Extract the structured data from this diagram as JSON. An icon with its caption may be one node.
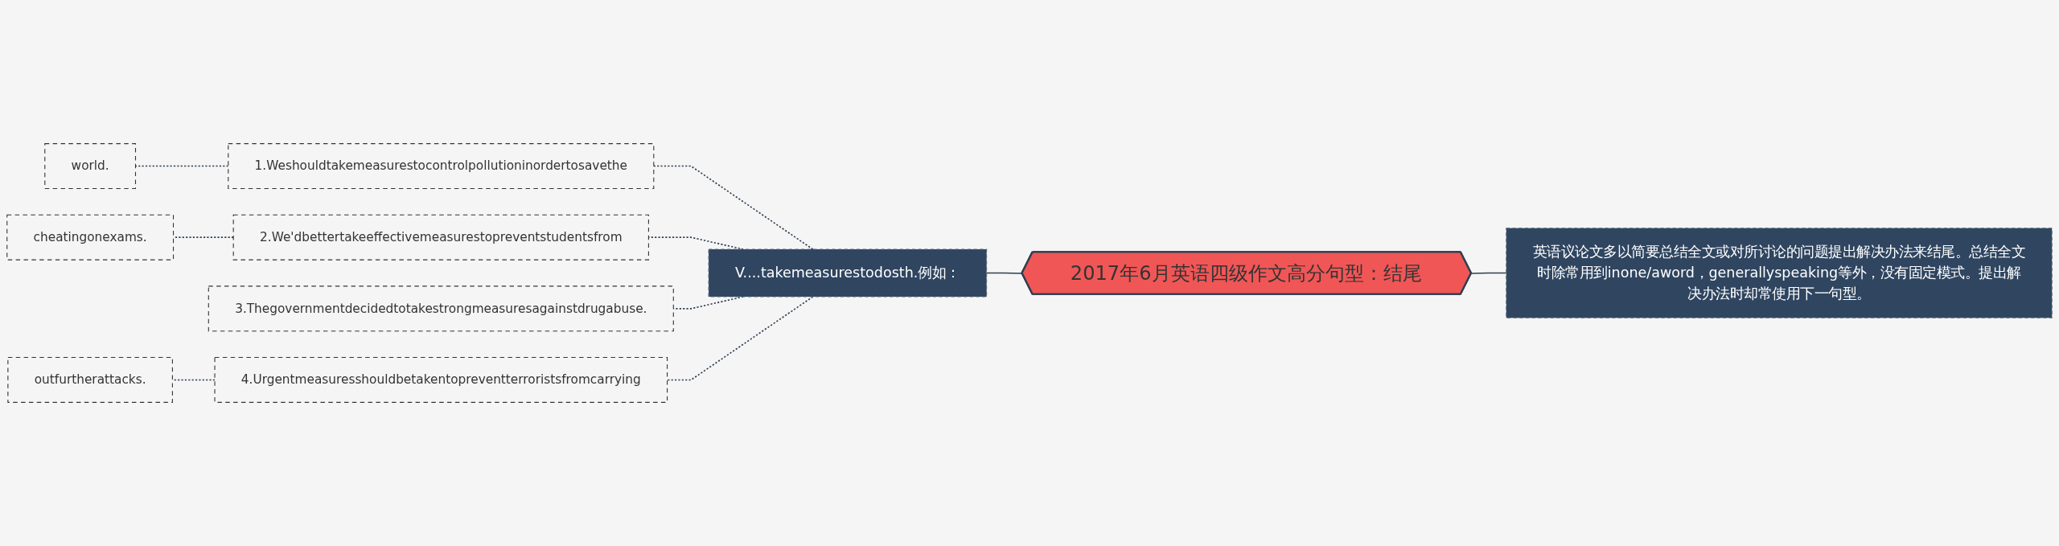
{
  "diagram": {
    "nodes": [
      {
        "text": [
          "2017年6月英语四级作文高分句型：结尾"
        ]
      },
      {
        "text": [
          "英语议论文多以简要总结全文或对所讨论的问题提出解决办法来结尾。总结全文时除常用到inone/aword，generallyspeaking等外，没有固定模式。提出解决办法时却常使用下一句型。"
        ]
      },
      {
        "text": [
          "V....takemeasurestodosth.例如："
        ]
      },
      {
        "text": [
          "1.Weshouldtakemeasurestocontrolpollutioninordertosavethe"
        ]
      },
      {
        "text": [
          "world."
        ]
      },
      {
        "text": [
          "2.We'dbettertakeeffectivemeasurestopreventstudentsfrom"
        ]
      },
      {
        "text": [
          "cheatingonexams."
        ]
      },
      {
        "text": [
          "3.Thegovernmentdecidedtotakestrongmeasuresagainstdrugabuse."
        ]
      },
      {
        "text": [
          "4.Urgentmeasuresshouldbetakentopreventterroristsfromcarrying"
        ]
      },
      {
        "text": [
          "outfurtherattacks."
        ]
      }
    ],
    "edges": [
      {
        "from": 1,
        "to": 0,
        "arrow": "none"
      },
      {
        "from": 0,
        "to": 2,
        "arrow": "none"
      },
      {
        "from": 2,
        "to": 3,
        "arrow": "none",
        "style": "dashed"
      },
      {
        "from": 3,
        "to": 4,
        "arrow": "none",
        "style": "dashed"
      },
      {
        "from": 2,
        "to": 5,
        "arrow": "none",
        "style": "dashed"
      },
      {
        "from": 5,
        "to": 6,
        "arrow": "none",
        "style": "dashed"
      },
      {
        "from": 2,
        "to": 7,
        "arrow": "none",
        "style": "dashed"
      },
      {
        "from": 2,
        "to": 8,
        "arrow": "none",
        "style": "dashed"
      },
      {
        "from": 8,
        "to": 9,
        "arrow": "none",
        "style": "dashed"
      }
    ]
  }
}
